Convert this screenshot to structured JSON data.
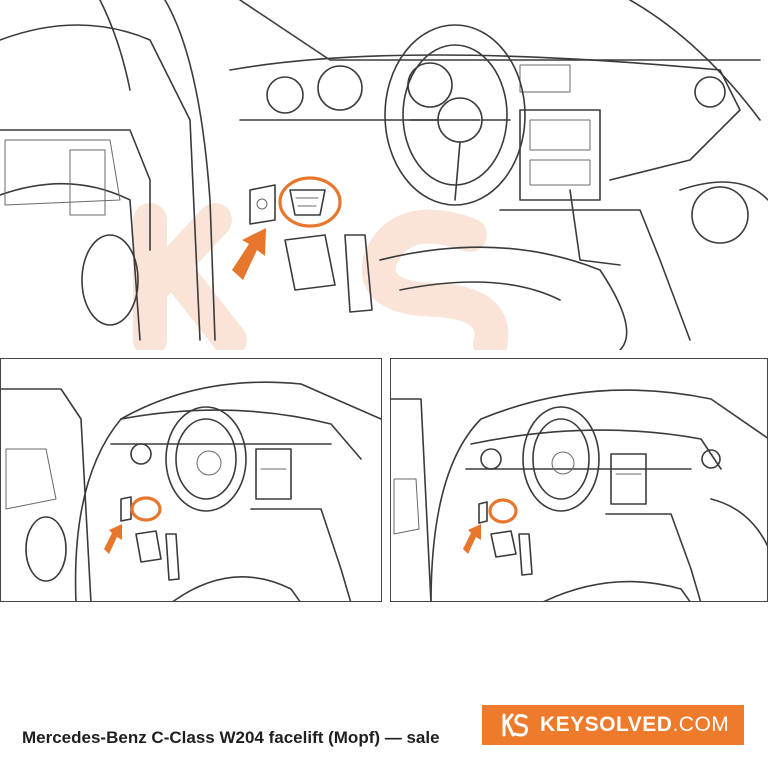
{
  "caption": "Mercedes-Benz C-Class W204 facelift (Mopf) — sale",
  "brand": {
    "name": "KEYSOLVED",
    "tld": ".COM",
    "logo_icon": "ks-logo-icon",
    "accent_color": "#ee7a2b"
  },
  "highlight_color": "#e8772e",
  "panels": {
    "main": "obd-port-closeup",
    "left": "driver-door-open-view",
    "right": "cabin-wide-view"
  }
}
